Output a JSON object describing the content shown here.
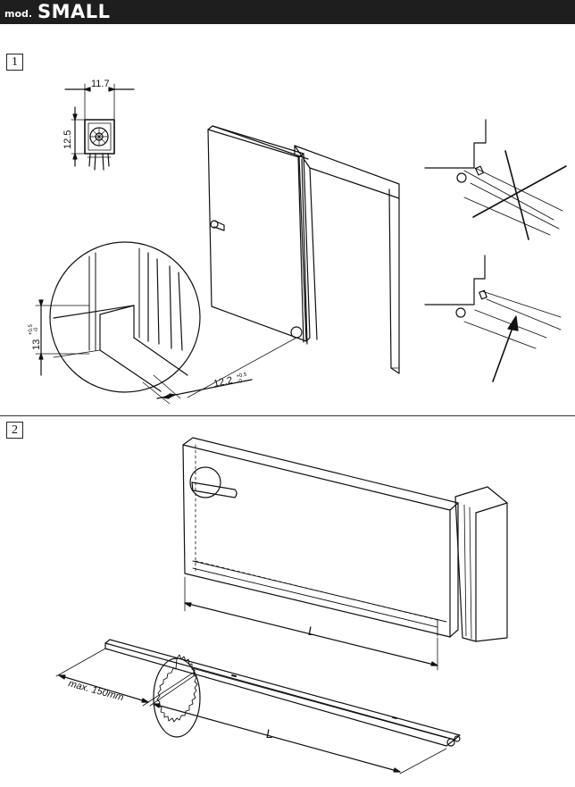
{
  "header": {
    "prefix": "mod.",
    "title": "SMALL"
  },
  "steps": [
    "1",
    "2"
  ],
  "dimensions": {
    "width": "11.7",
    "height": "12.5",
    "floor_gap": "13",
    "floor_gap_tol_plus": "+0.5",
    "floor_gap_tol_minus": "-0",
    "offset": "12.2",
    "offset_tol_plus": "+0.5",
    "offset_tol_minus": "-0",
    "length": "L",
    "max_cut": "max. 150mm"
  },
  "colors": {
    "header_bg": "#1e1e1e",
    "line": "#111111"
  }
}
